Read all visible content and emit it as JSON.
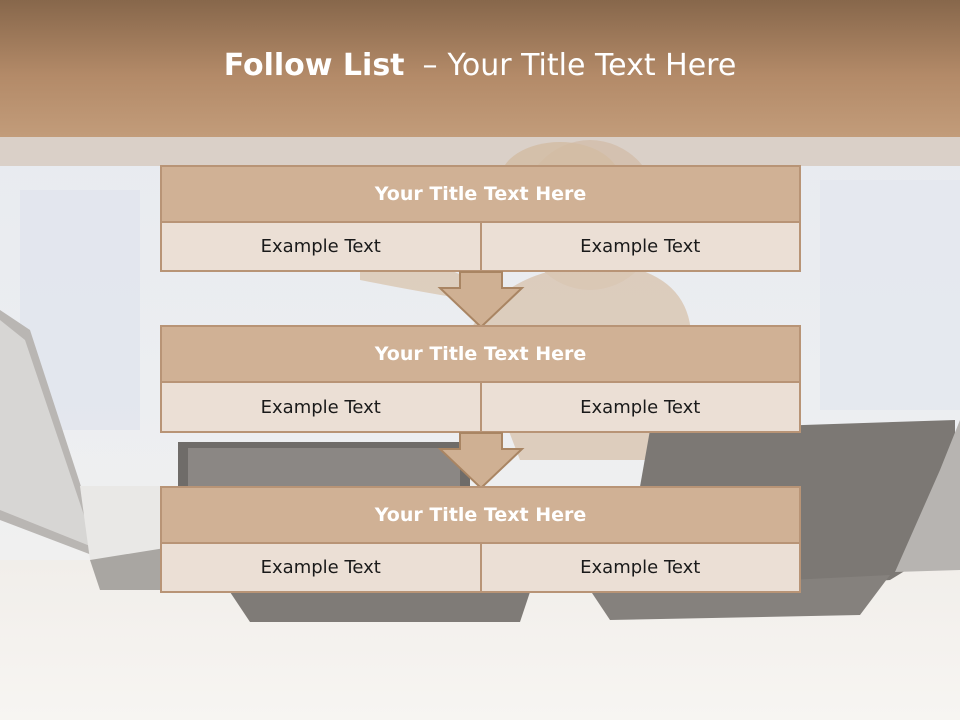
{
  "slide": {
    "title_bold": "Follow List",
    "title_dash": "–",
    "title_rest": "Your Title Text Here"
  },
  "blocks": [
    {
      "title": "Your Title Text Here",
      "cells": [
        "Example Text",
        "Example Text"
      ]
    },
    {
      "title": "Your Title Text Here",
      "cells": [
        "Example Text",
        "Example Text"
      ]
    },
    {
      "title": "Your Title Text Here",
      "cells": [
        "Example Text",
        "Example Text"
      ]
    }
  ],
  "colors": {
    "header": "#b38a68",
    "block_title": "#d0b195",
    "block_cell": "#ebdfd5",
    "border": "#b89476"
  }
}
